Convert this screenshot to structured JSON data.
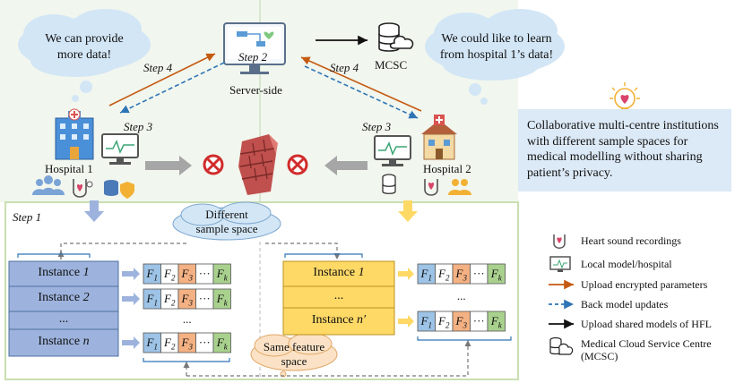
{
  "clouds": {
    "left": [
      "We can provide",
      "more data!"
    ],
    "right": [
      "We could like to learn",
      "from hospital 1’s data!"
    ],
    "different": [
      "Different",
      "sample space"
    ],
    "same": [
      "Same feature",
      "space"
    ]
  },
  "labels": {
    "step4_left": "Step 4",
    "step4_right": "Step 4",
    "step2": "Step 2",
    "server": "Server-side",
    "mcsc": "MCSC",
    "step3_left": "Step 3",
    "step3_right": "Step 3",
    "hospital1": "Hospital 1",
    "hospital2": "Hospital 2",
    "step1": "Step 1"
  },
  "panel_text": "Collaborative multi-centre institutions with different sample spaces for medical modelling without sharing patient’s privacy.",
  "left_table": {
    "rows": [
      {
        "prefix": "Instance ",
        "index": "1"
      },
      {
        "prefix": "Instance ",
        "index": "2"
      },
      {
        "prefix": "...",
        "index": ""
      },
      {
        "prefix": "Instance ",
        "index": "n"
      }
    ]
  },
  "right_table": {
    "rows": [
      {
        "prefix": "Instance ",
        "index": "1"
      },
      {
        "prefix": "...",
        "index": ""
      },
      {
        "prefix": "Instance ",
        "index": "n′"
      }
    ]
  },
  "features": {
    "cells": [
      "F1",
      "F2",
      "F3",
      "···",
      "Fk"
    ],
    "ellipsis": "..."
  },
  "legend": [
    {
      "icon": "heart-sound-icon",
      "text": "Heart sound recordings"
    },
    {
      "icon": "monitor-icon",
      "text": "Local model/hospital"
    },
    {
      "icon": "orange-arrow-icon",
      "text": "Upload encrypted parameters"
    },
    {
      "icon": "blue-dashed-arrow-icon",
      "text": "Back model updates"
    },
    {
      "icon": "black-arrow-icon",
      "text": "Upload shared models of HFL"
    },
    {
      "icon": "cloud-database-icon",
      "text": "Medical Cloud Service Centre (MCSC)"
    }
  ],
  "colors": {
    "orange_arrow": "#c55a11",
    "blue_dashed": "#2e75b6",
    "left_instance": "#9db3dd",
    "right_instance": "#ffd966",
    "f1": "#9dc3e6",
    "f2": "#ffffff",
    "f3": "#f4b183",
    "fk": "#a9d18e",
    "panel": "#dce9f6",
    "firewall": "#c0504d"
  }
}
